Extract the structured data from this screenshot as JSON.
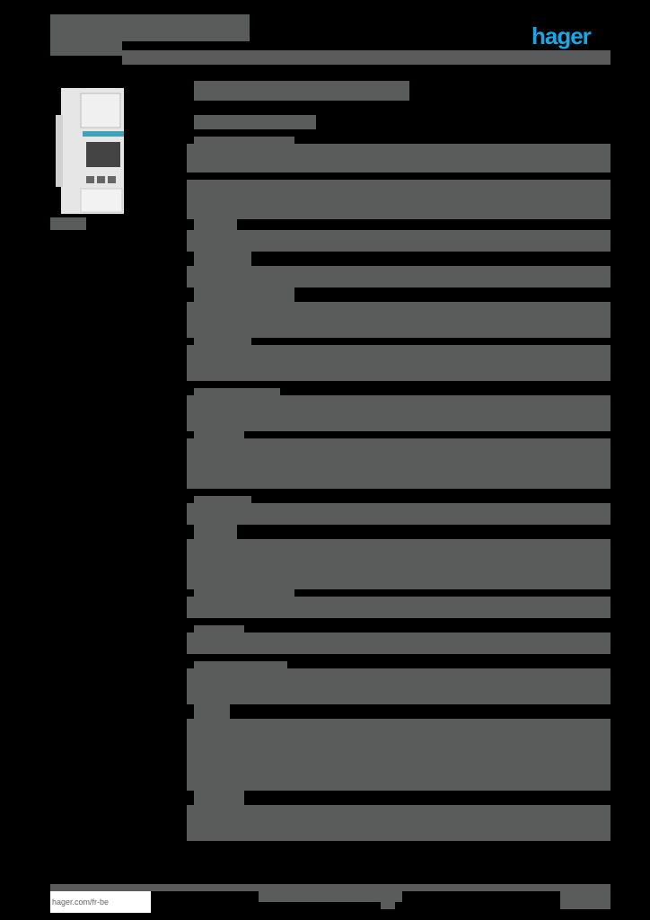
{
  "header": {
    "title_redacted": true,
    "subtitle_redacted": true,
    "brand": "hager",
    "brand_color": "#19a8e6"
  },
  "product": {
    "image": "din-rail-energy-meter-icon",
    "reference_redacted": true
  },
  "main": {
    "heading_redacted": true,
    "subheading_redacted": true,
    "sections_count": 16
  },
  "footer": {
    "link": "hager.com/fr-be",
    "redaction_color": "#5a5b5b"
  }
}
